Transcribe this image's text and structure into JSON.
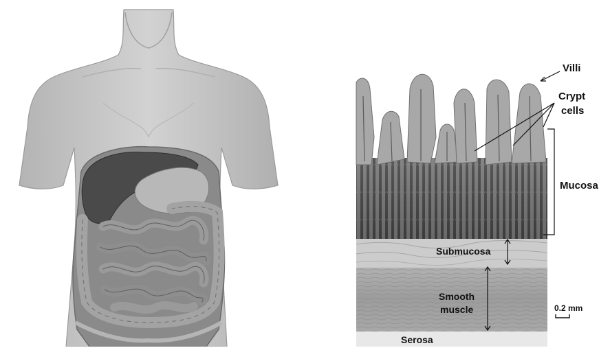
{
  "labels": {
    "villi": "Villi",
    "crypt_line1": "Crypt",
    "crypt_line2": "cells",
    "mucosa": "Mucosa",
    "submucosa": "Submucosa",
    "smooth_line1": "Smooth",
    "smooth_line2": "muscle",
    "serosa": "Serosa",
    "scale": "0.2 mm"
  },
  "colors": {
    "skin": "#c9c9c9",
    "skin_shadow": "#a8a8a8",
    "liver": "#4a4a4a",
    "stomach": "#b5b5b5",
    "intestine": "#9a9a9a",
    "intestine_dark": "#6a6a6a",
    "villus": "#8f8f8f",
    "crypt": "#3a3a3a",
    "submucosa": "#cfcfcf",
    "muscle": "#a3a3a3",
    "serosa": "#e6e6e6",
    "text": "#111111"
  }
}
